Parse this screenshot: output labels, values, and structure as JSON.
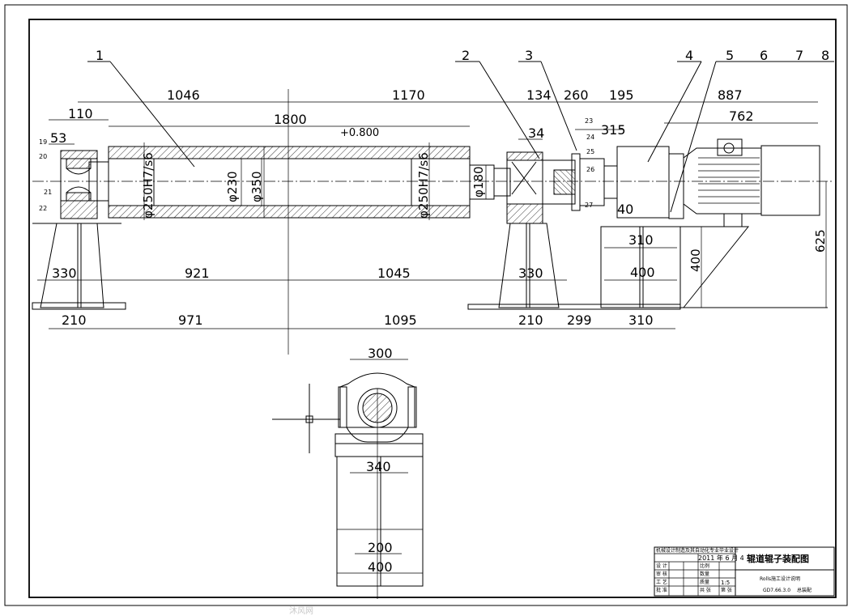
{
  "drawing": {
    "part_labels": [
      "1",
      "2",
      "3",
      "4",
      "5",
      "6",
      "7",
      "8"
    ],
    "small_labels": [
      "19",
      "20",
      "21",
      "22",
      "23",
      "24",
      "25",
      "26",
      "27"
    ],
    "dims_top": [
      "110",
      "53",
      "1046",
      "1800",
      "+0.800",
      "1170",
      "134",
      "260",
      "195",
      "887",
      "34",
      "315",
      "762"
    ],
    "dims_vertical": [
      "φ250H7/s6",
      "φ230",
      "φ350",
      "φ250H7/s6",
      "φ180",
      "625",
      "400"
    ],
    "dims_small": [
      "40",
      "310"
    ],
    "dims_lower": [
      "330",
      "921",
      "1045",
      "330",
      "400",
      "210",
      "971",
      "1095",
      "210",
      "299",
      "310"
    ],
    "dims_bearing": [
      "300",
      "340",
      "200",
      "400"
    ]
  },
  "title_block": {
    "title": "辊道辊子装配图",
    "date": "2011 年 6 月 4",
    "scale": "1:5",
    "header": "机械设计制造及其自动化专业毕业设计",
    "rows": [
      "设 计",
      "审 核",
      "工 艺",
      "批 准"
    ],
    "cells": [
      "比例",
      "数量",
      "质量",
      "共 张",
      "第 张"
    ],
    "note1": "Rolls施工设计说明",
    "note2": "GD7.66.3.0",
    "note3": "总装配"
  },
  "watermark": "沐风网"
}
